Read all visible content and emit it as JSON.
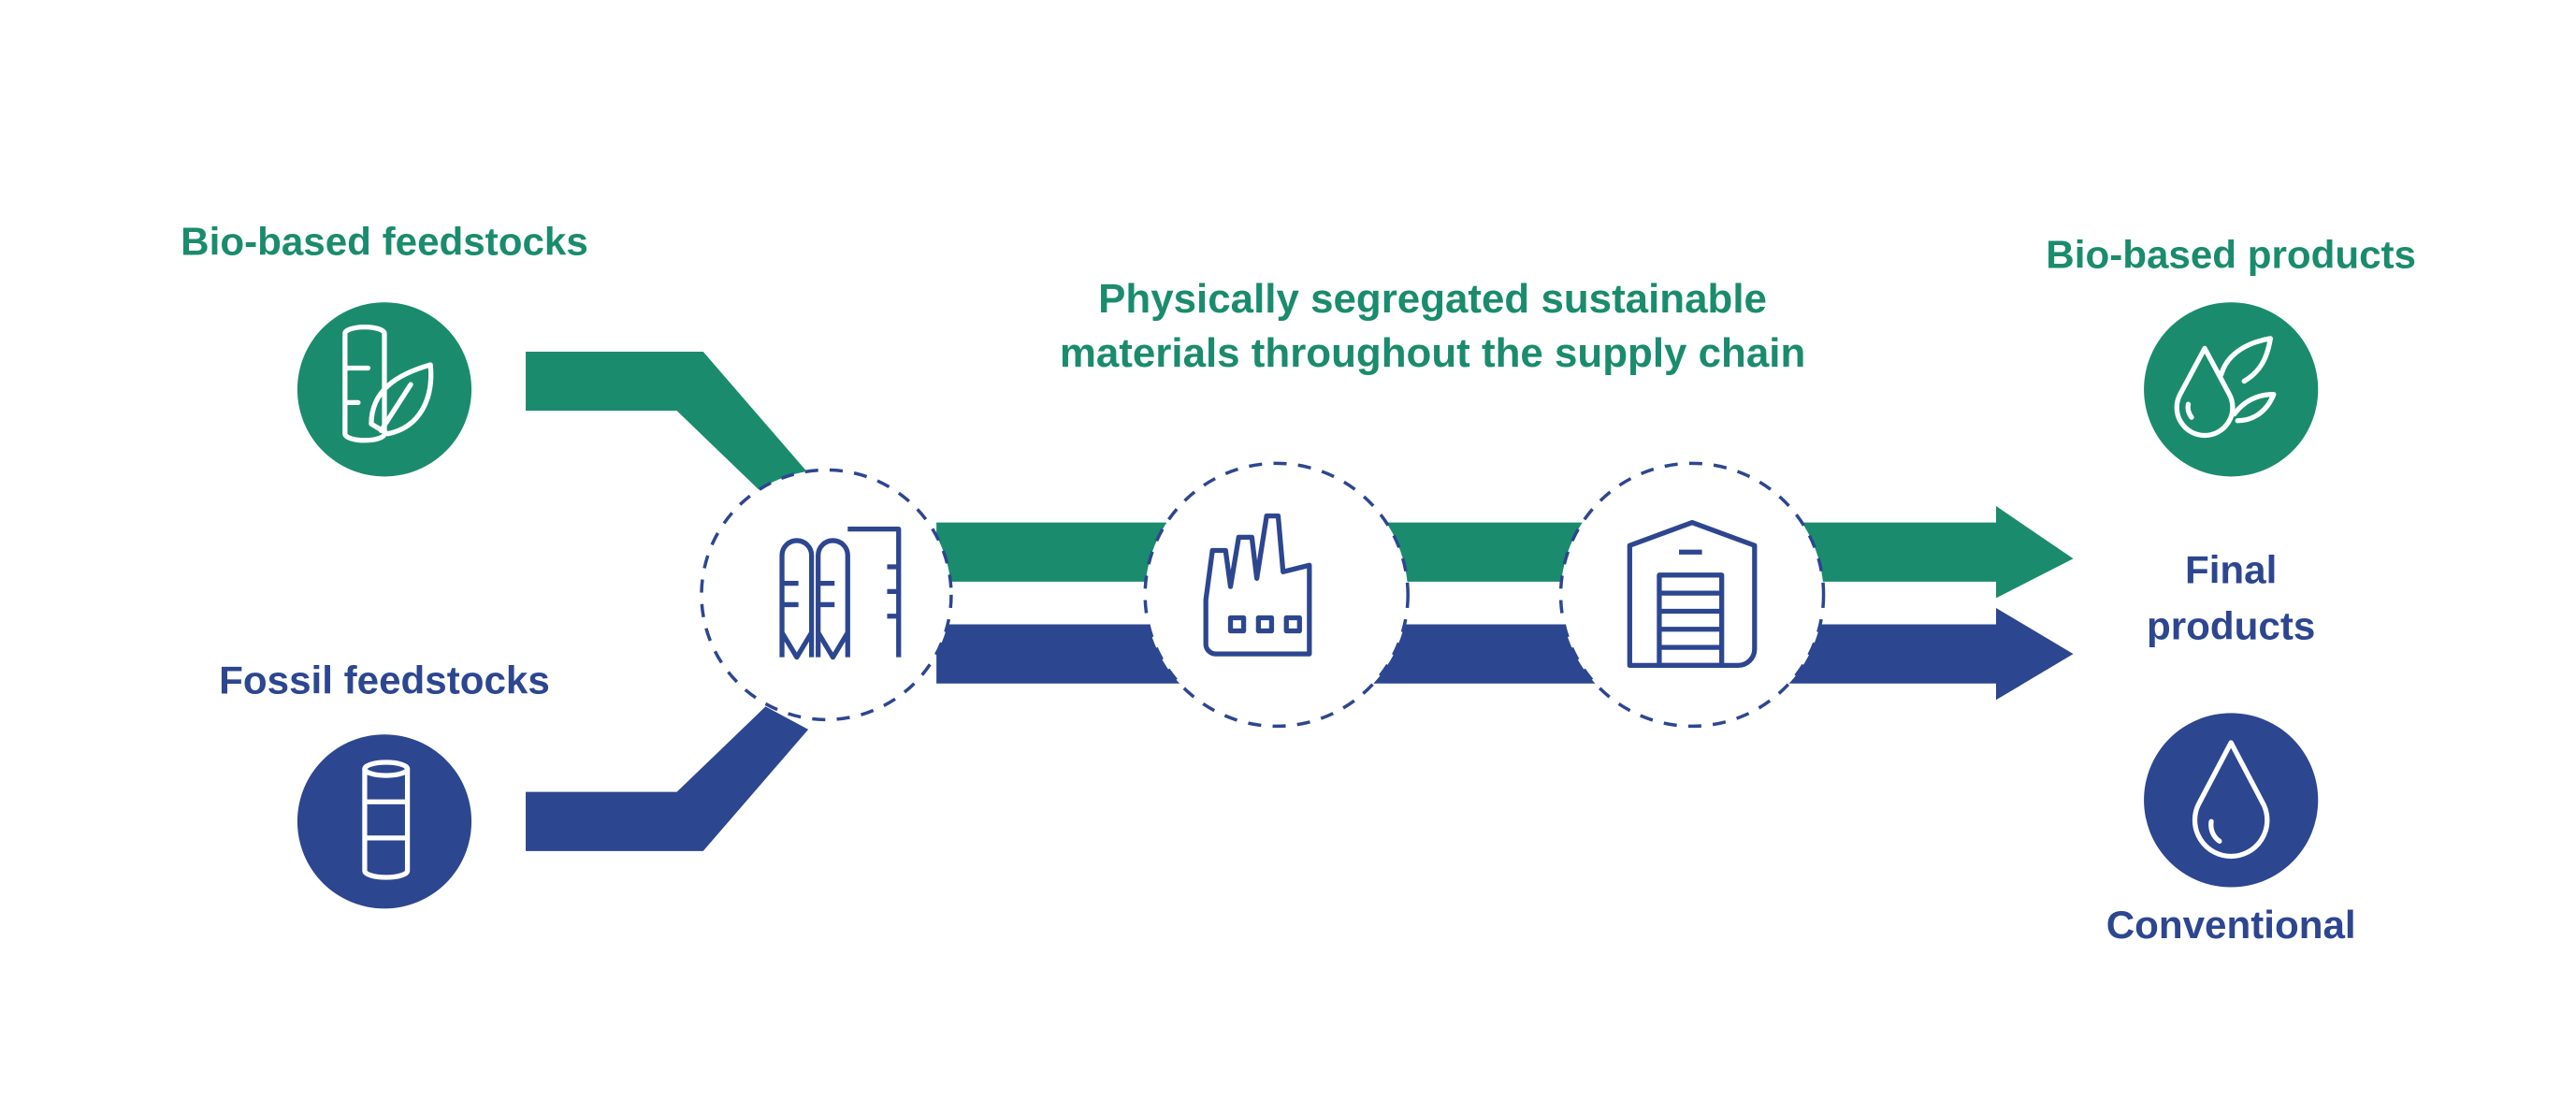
{
  "colors": {
    "bio": "#1a8c6d",
    "fossil": "#2d4690"
  },
  "inputs": {
    "bio": {
      "label": "Bio-based feedstocks",
      "icon": "barrel-leaf-icon"
    },
    "fossil": {
      "label": "Fossil feedstocks",
      "icon": "barrel-icon"
    }
  },
  "center_title": {
    "line1": "Physically segregated sustainable",
    "line2": "materials throughout the supply chain"
  },
  "stages": [
    {
      "icon": "silos-icon"
    },
    {
      "icon": "factory-icon"
    },
    {
      "icon": "warehouse-icon"
    }
  ],
  "outputs": {
    "bio": {
      "label": "Bio-based products",
      "icon": "drop-leaf-icon"
    },
    "final": {
      "line1": "Final",
      "line2": "products"
    },
    "conventional": {
      "label": "Conventional",
      "icon": "drop-icon"
    }
  }
}
